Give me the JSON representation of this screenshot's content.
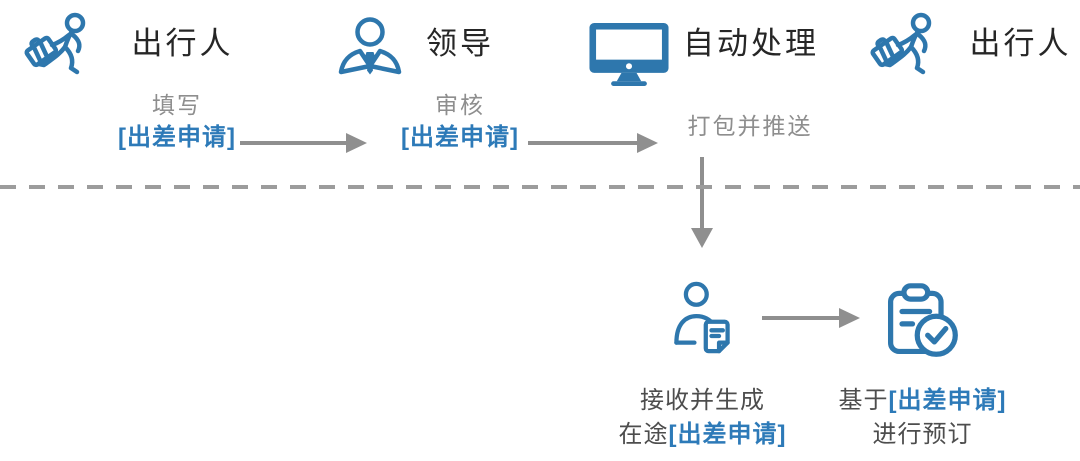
{
  "diagram_title": "business-trip-request-workflow",
  "colors": {
    "brand_blue": "#2e77ad",
    "link_blue": "#2d7ab8",
    "title_dark": "#262626",
    "body_dark": "#4d4d4d",
    "muted_gray": "#8e8e8e",
    "arrow_gray": "#8f8f8f",
    "dashed_gray": "#9c9c9c",
    "background": "#ffffff"
  },
  "top_flow": {
    "stages": [
      {
        "title": "出行人",
        "icon": "business-traveler-icon",
        "action": "填写",
        "artifact": "[出差申请]"
      },
      {
        "title": "领导",
        "icon": "leader-icon",
        "action": "审核",
        "artifact": "[出差申请]"
      },
      {
        "title": "自动处理",
        "icon": "computer-monitor-icon",
        "action": "打包并推送"
      },
      {
        "title": "出行人",
        "icon": "business-traveler-icon"
      }
    ]
  },
  "bottom_flow": {
    "receiver": {
      "icon": "person-document-icon",
      "line1": "接收并生成",
      "line2_prefix": "在途",
      "artifact": "[出差申请]"
    },
    "booking": {
      "icon": "clipboard-check-icon",
      "line1_prefix": "基于",
      "artifact": "[出差申请]",
      "line2": "进行预订"
    }
  }
}
